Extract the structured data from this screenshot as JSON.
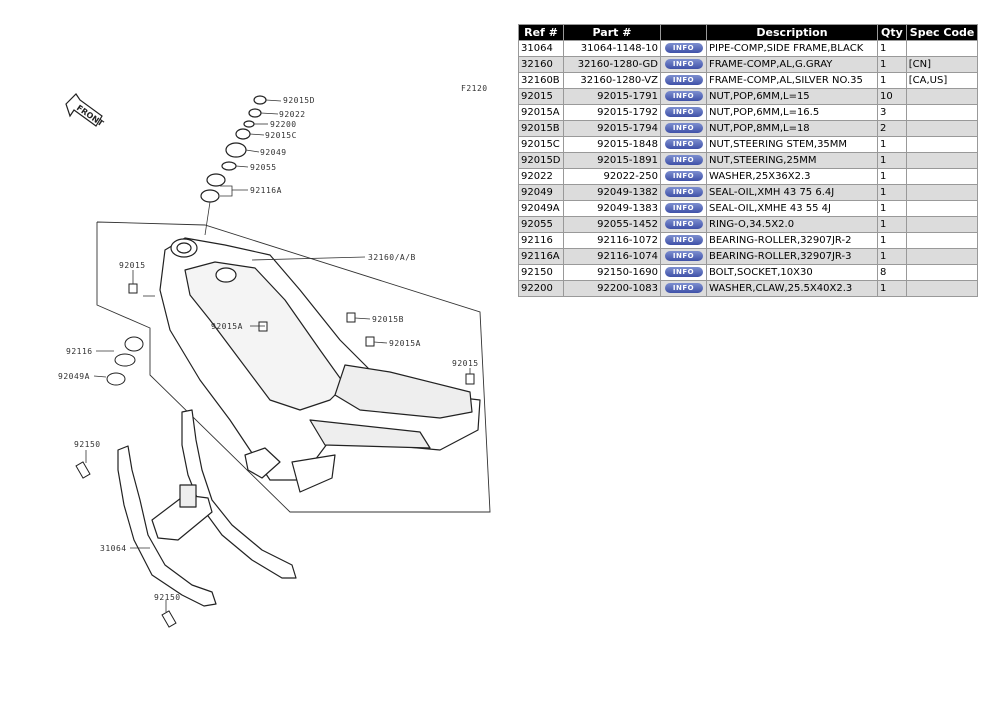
{
  "diagram": {
    "code": "F2120",
    "front_label": "FRONT",
    "labels": {
      "l92015D": "92015D",
      "l92022": "92022",
      "l92200": "92200",
      "l92015C": "92015C",
      "l92049": "92049",
      "l92055": "92055",
      "l92116A": "92116A",
      "l32160": "32160/A/B",
      "l92015_left": "92015",
      "l92015A_mid": "92015A",
      "l92015B_right": "92015B",
      "l92015A_right": "92015A",
      "l92015_right": "92015",
      "l92116": "92116",
      "l92049A": "92049A",
      "l92150_top": "92150",
      "l31064": "31064",
      "l92150_bottom": "92150"
    }
  },
  "table": {
    "headers": [
      "Ref #",
      "Part #",
      "",
      "Description",
      "Qty",
      "Spec Code"
    ],
    "info_label": "INFO",
    "rows": [
      {
        "ref": "31064",
        "part": "31064-1148-10",
        "desc": "PIPE-COMP,SIDE FRAME,BLACK",
        "qty": "1",
        "spec": ""
      },
      {
        "ref": "32160",
        "part": "32160-1280-GD",
        "desc": "FRAME-COMP,AL,G.GRAY",
        "qty": "1",
        "spec": "[CN]"
      },
      {
        "ref": "32160B",
        "part": "32160-1280-VZ",
        "desc": "FRAME-COMP,AL,SILVER NO.35",
        "qty": "1",
        "spec": "[CA,US]"
      },
      {
        "ref": "92015",
        "part": "92015-1791",
        "desc": "NUT,POP,6MM,L=15",
        "qty": "10",
        "spec": ""
      },
      {
        "ref": "92015A",
        "part": "92015-1792",
        "desc": "NUT,POP,6MM,L=16.5",
        "qty": "3",
        "spec": ""
      },
      {
        "ref": "92015B",
        "part": "92015-1794",
        "desc": "NUT,POP,8MM,L=18",
        "qty": "2",
        "spec": ""
      },
      {
        "ref": "92015C",
        "part": "92015-1848",
        "desc": "NUT,STEERING STEM,35MM",
        "qty": "1",
        "spec": ""
      },
      {
        "ref": "92015D",
        "part": "92015-1891",
        "desc": "NUT,STEERING,25MM",
        "qty": "1",
        "spec": ""
      },
      {
        "ref": "92022",
        "part": "92022-250",
        "desc": "WASHER,25X36X2.3",
        "qty": "1",
        "spec": ""
      },
      {
        "ref": "92049",
        "part": "92049-1382",
        "desc": "SEAL-OIL,XMH 43 75 6.4J",
        "qty": "1",
        "spec": ""
      },
      {
        "ref": "92049A",
        "part": "92049-1383",
        "desc": "SEAL-OIL,XMHE 43 55 4J",
        "qty": "1",
        "spec": ""
      },
      {
        "ref": "92055",
        "part": "92055-1452",
        "desc": "RING-O,34.5X2.0",
        "qty": "1",
        "spec": ""
      },
      {
        "ref": "92116",
        "part": "92116-1072",
        "desc": "BEARING-ROLLER,32907JR-2",
        "qty": "1",
        "spec": ""
      },
      {
        "ref": "92116A",
        "part": "92116-1074",
        "desc": "BEARING-ROLLER,32907JR-3",
        "qty": "1",
        "spec": ""
      },
      {
        "ref": "92150",
        "part": "92150-1690",
        "desc": "BOLT,SOCKET,10X30",
        "qty": "8",
        "spec": ""
      },
      {
        "ref": "92200",
        "part": "92200-1083",
        "desc": "WASHER,CLAW,25.5X40X2.3",
        "qty": "1",
        "spec": ""
      }
    ]
  }
}
